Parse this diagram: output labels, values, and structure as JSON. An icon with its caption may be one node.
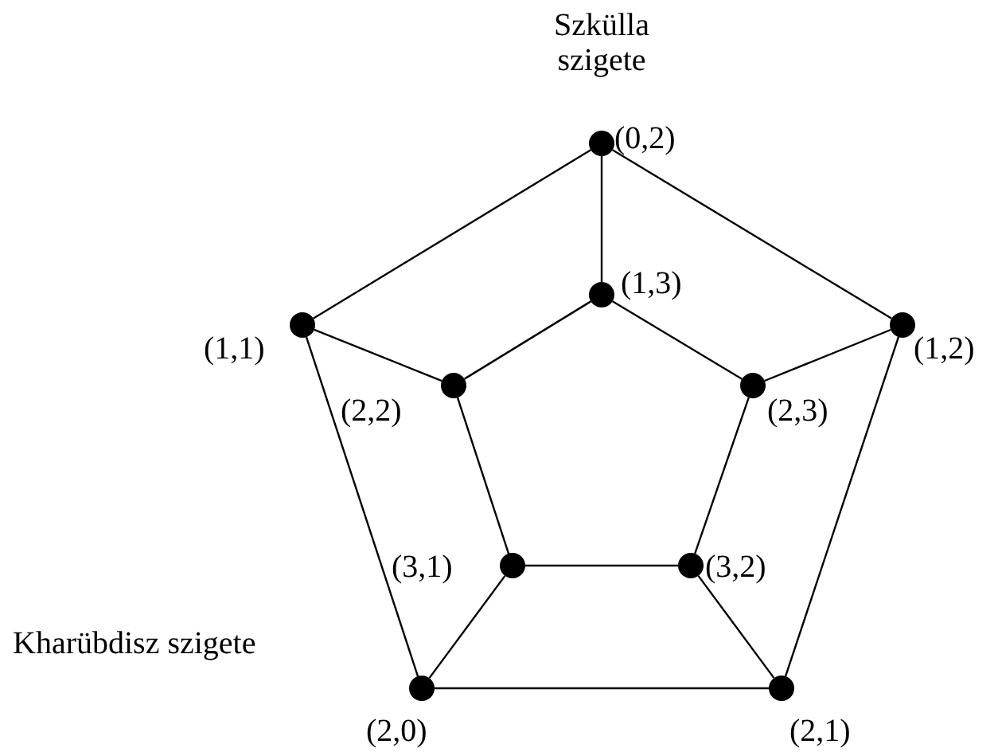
{
  "diagram": {
    "nodes": [
      {
        "text": [],
        "shape": "circle",
        "beside": [
          "Szkülla szigete",
          "(0,2)"
        ]
      },
      {
        "text": [],
        "shape": "circle",
        "beside": [
          "(1,3)"
        ]
      },
      {
        "text": [],
        "shape": "circle",
        "beside": [
          "(1,1)"
        ]
      },
      {
        "text": [],
        "shape": "circle",
        "beside": [
          "(1,2)"
        ]
      },
      {
        "text": [],
        "shape": "circle",
        "beside": [
          "(2,2)"
        ]
      },
      {
        "text": [],
        "shape": "circle",
        "beside": [
          "(2,3)"
        ]
      },
      {
        "text": [],
        "shape": "circle",
        "beside": [
          "(3,1)"
        ]
      },
      {
        "text": [],
        "shape": "circle",
        "beside": [
          "(3,2)"
        ]
      },
      {
        "text": [],
        "shape": "circle",
        "beside": [
          "Kharübdisz szigete",
          "(2,0)"
        ]
      },
      {
        "text": [],
        "shape": "circle",
        "beside": [
          "(2,1)"
        ]
      }
    ],
    "edges": [
      {
        "from": 0,
        "to": 1,
        "arrow": "none"
      },
      {
        "from": 0,
        "to": 2,
        "arrow": "none"
      },
      {
        "from": 0,
        "to": 3,
        "arrow": "none"
      },
      {
        "from": 1,
        "to": 4,
        "arrow": "none"
      },
      {
        "from": 1,
        "to": 5,
        "arrow": "none"
      },
      {
        "from": 2,
        "to": 4,
        "arrow": "none"
      },
      {
        "from": 2,
        "to": 8,
        "arrow": "none"
      },
      {
        "from": 3,
        "to": 5,
        "arrow": "none"
      },
      {
        "from": 3,
        "to": 9,
        "arrow": "none"
      },
      {
        "from": 4,
        "to": 6,
        "arrow": "none"
      },
      {
        "from": 5,
        "to": 7,
        "arrow": "none"
      },
      {
        "from": 6,
        "to": 7,
        "arrow": "none"
      },
      {
        "from": 6,
        "to": 8,
        "arrow": "none"
      },
      {
        "from": 7,
        "to": 9,
        "arrow": "none"
      },
      {
        "from": 8,
        "to": 9,
        "arrow": "none"
      }
    ]
  }
}
